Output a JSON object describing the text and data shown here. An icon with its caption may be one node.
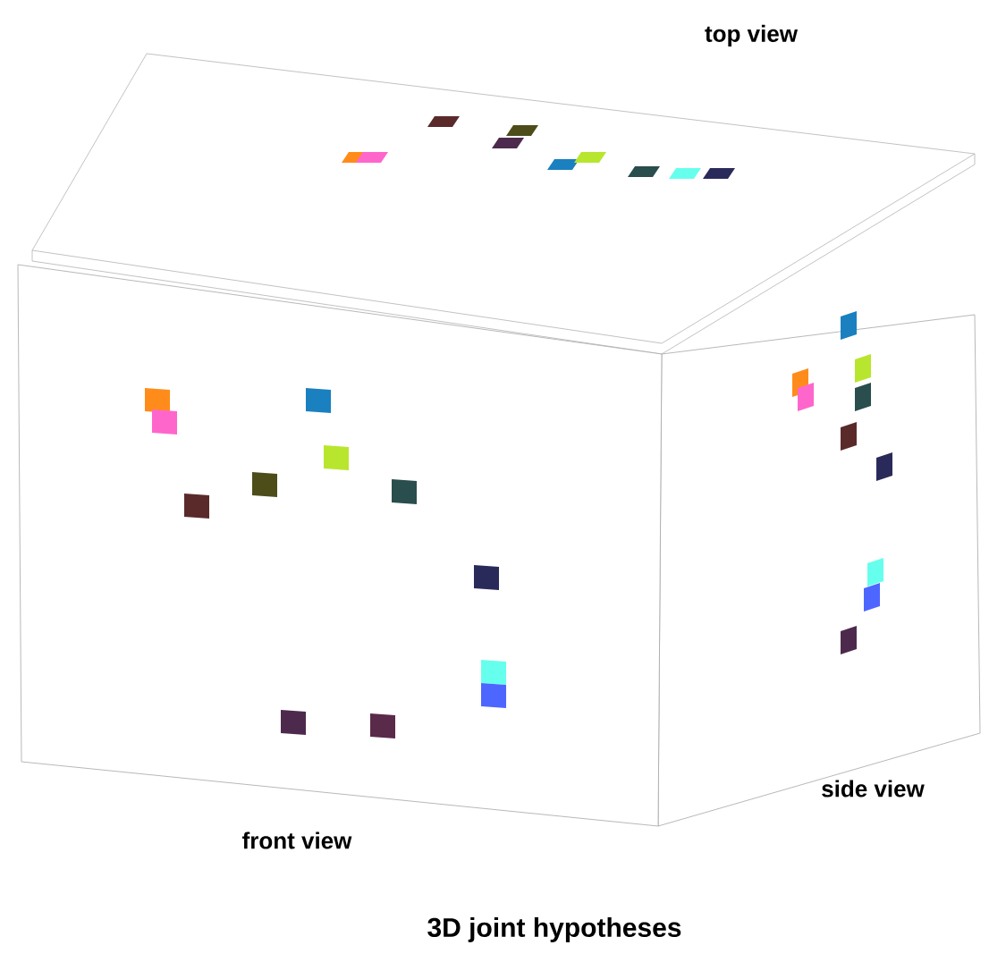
{
  "diagram": {
    "caption": "3D  joint hypotheses",
    "labels": [
      "top view",
      "side view",
      "front view"
    ]
  }
}
